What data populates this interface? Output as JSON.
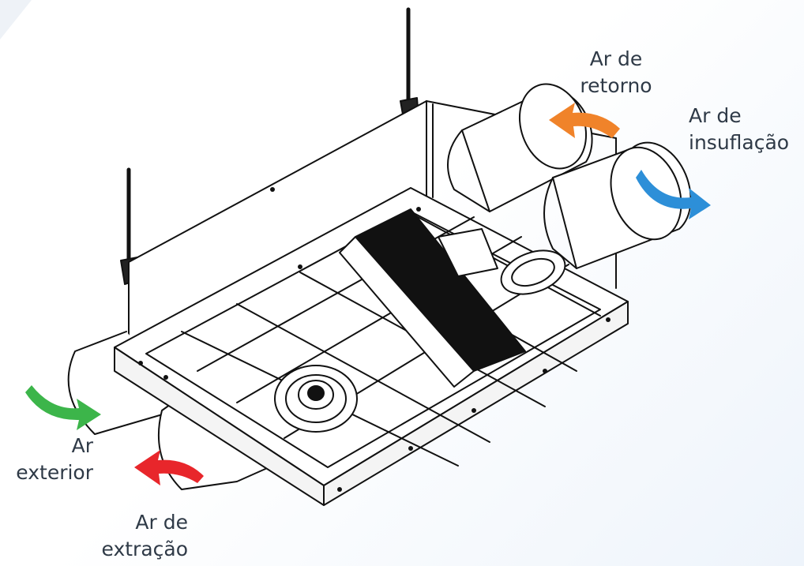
{
  "labels": {
    "return_air": {
      "line1": "Ar de",
      "line2": "retorno"
    },
    "supply_air": {
      "line1": "Ar de",
      "line2": "insuflação"
    },
    "outdoor_air": {
      "line1": "Ar",
      "line2": "exterior"
    },
    "exhaust_air": {
      "line1": "Ar de",
      "line2": "extração"
    }
  },
  "colors": {
    "return_air": "#f0832a",
    "supply_air": "#2d8fd8",
    "outdoor_air": "#3cb54a",
    "exhaust_air": "#e8262b",
    "line": "#111111",
    "text": "#2f3a47"
  }
}
